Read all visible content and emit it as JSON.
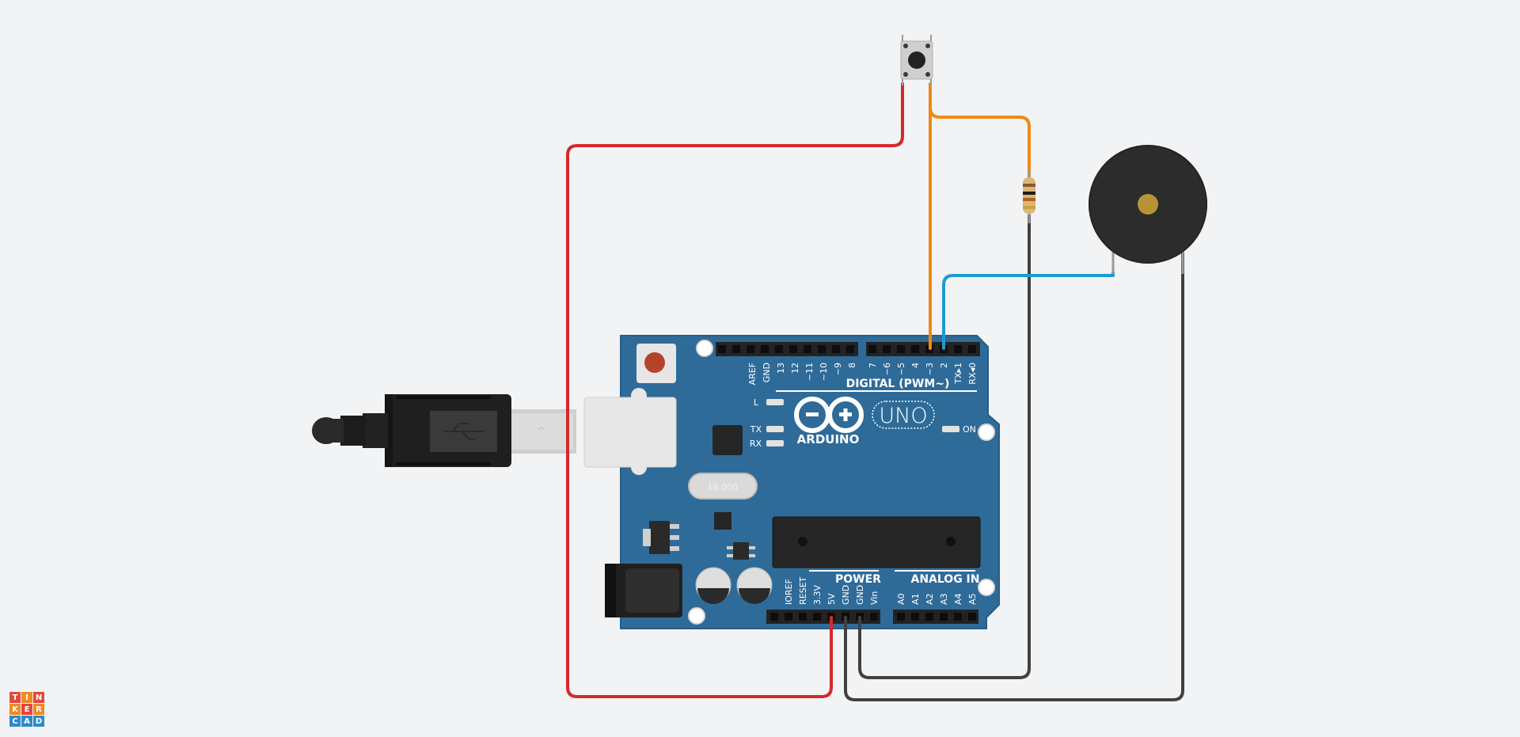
{
  "board": {
    "brand": "ARDUINO",
    "model": "UNO",
    "digital_header": "DIGITAL (PWM~)",
    "power_header": "POWER",
    "analog_header": "ANALOG IN",
    "on_label": "ON",
    "led_l": "L",
    "led_tx": "TX",
    "led_rx": "RX",
    "crystal": "16.000",
    "digital_pins_left": [
      "AREF",
      "GND",
      "13",
      "12",
      "~11",
      "~10",
      "~9",
      "8"
    ],
    "digital_pins_right": [
      "7",
      "~6",
      "~5",
      "4",
      "~3",
      "2",
      "TX▸1",
      "RX◂0"
    ],
    "power_pins": [
      "IOREF",
      "RESET",
      "3.3V",
      "5V",
      "GND",
      "GND",
      "Vin"
    ],
    "analog_pins": [
      "A0",
      "A1",
      "A2",
      "A3",
      "A4",
      "A5"
    ]
  },
  "components": {
    "usb_cable": "usb-plug",
    "pushbutton": "push-button",
    "resistor": "resistor",
    "buzzer": "piezo-buzzer"
  },
  "wires": [
    {
      "name": "wire-5v-to-button",
      "color": "#d42a2a"
    },
    {
      "name": "wire-button-to-pin3",
      "color": "#ee8a14"
    },
    {
      "name": "wire-button-to-resistor",
      "color": "#ee8a14"
    },
    {
      "name": "wire-resistor-to-gnd",
      "color": "#404040"
    },
    {
      "name": "wire-buzzer-to-pin2",
      "color": "#1e9bd0"
    },
    {
      "name": "wire-buzzer-to-gnd",
      "color": "#404040"
    }
  ],
  "logo": {
    "letters": [
      "T",
      "I",
      "N",
      "K",
      "E",
      "R",
      "C",
      "A",
      "D"
    ],
    "colors": [
      "#e2483d",
      "#f08a24",
      "#e2483d",
      "#f08a24",
      "#e2483d",
      "#f08a24",
      "#2a8ccb",
      "#2a8ccb",
      "#2a8ccb"
    ]
  }
}
